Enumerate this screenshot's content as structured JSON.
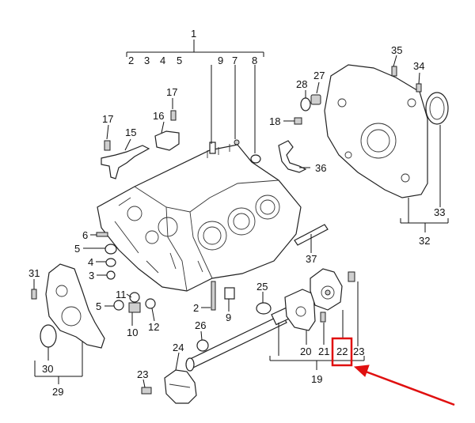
{
  "labels": {
    "l1": "1",
    "l2": "2",
    "l3": "3",
    "l4": "4",
    "l5": "5",
    "l9": "9",
    "l7": "7",
    "l8": "8",
    "l35": "35",
    "l34": "34",
    "l28": "28",
    "l27": "27",
    "l17a": "17",
    "l17b": "17",
    "l16": "16",
    "l15": "15",
    "l18": "18",
    "l36": "36",
    "l33": "33",
    "l32": "32",
    "l6": "6",
    "l5b": "5",
    "l4b": "4",
    "l3b": "3",
    "l31": "31",
    "l11": "11",
    "l5c": "5",
    "l10": "10",
    "l12": "12",
    "l2b": "2",
    "l9b": "9",
    "l37": "37",
    "l25": "25",
    "l26": "26",
    "l24": "24",
    "l23a": "23",
    "l30": "30",
    "l29": "29",
    "l20": "20",
    "l21": "21",
    "l22": "22",
    "l23b": "23",
    "l19": "19"
  },
  "highlight": {
    "part": "22",
    "box_color": "#e01010",
    "arrow_color": "#e01010"
  }
}
